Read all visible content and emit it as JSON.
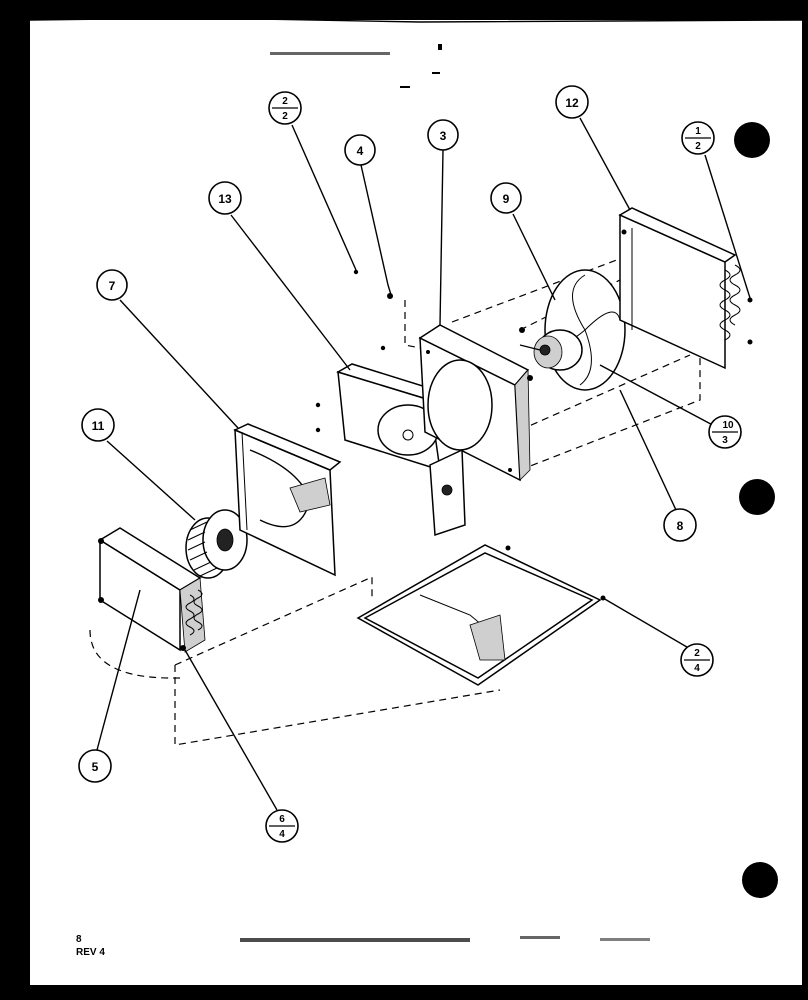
{
  "callouts": {
    "c1": "2",
    "c1_den": "2",
    "c2": "4",
    "c3": "3",
    "c4": "12",
    "c5": "1",
    "c5_den": "2",
    "c6": "13",
    "c7": "9",
    "c8": "7",
    "c9": "11",
    "c10": "10",
    "c10_den": "3",
    "c11": "8",
    "c12": "2",
    "c12_den": "4",
    "c13": "5",
    "c14": "6",
    "c14_den": "4"
  },
  "footer": {
    "page": "8",
    "rev": "REV 4"
  },
  "colors": {
    "paper": "#ffffff",
    "ink": "#000000",
    "border": "#000000"
  }
}
